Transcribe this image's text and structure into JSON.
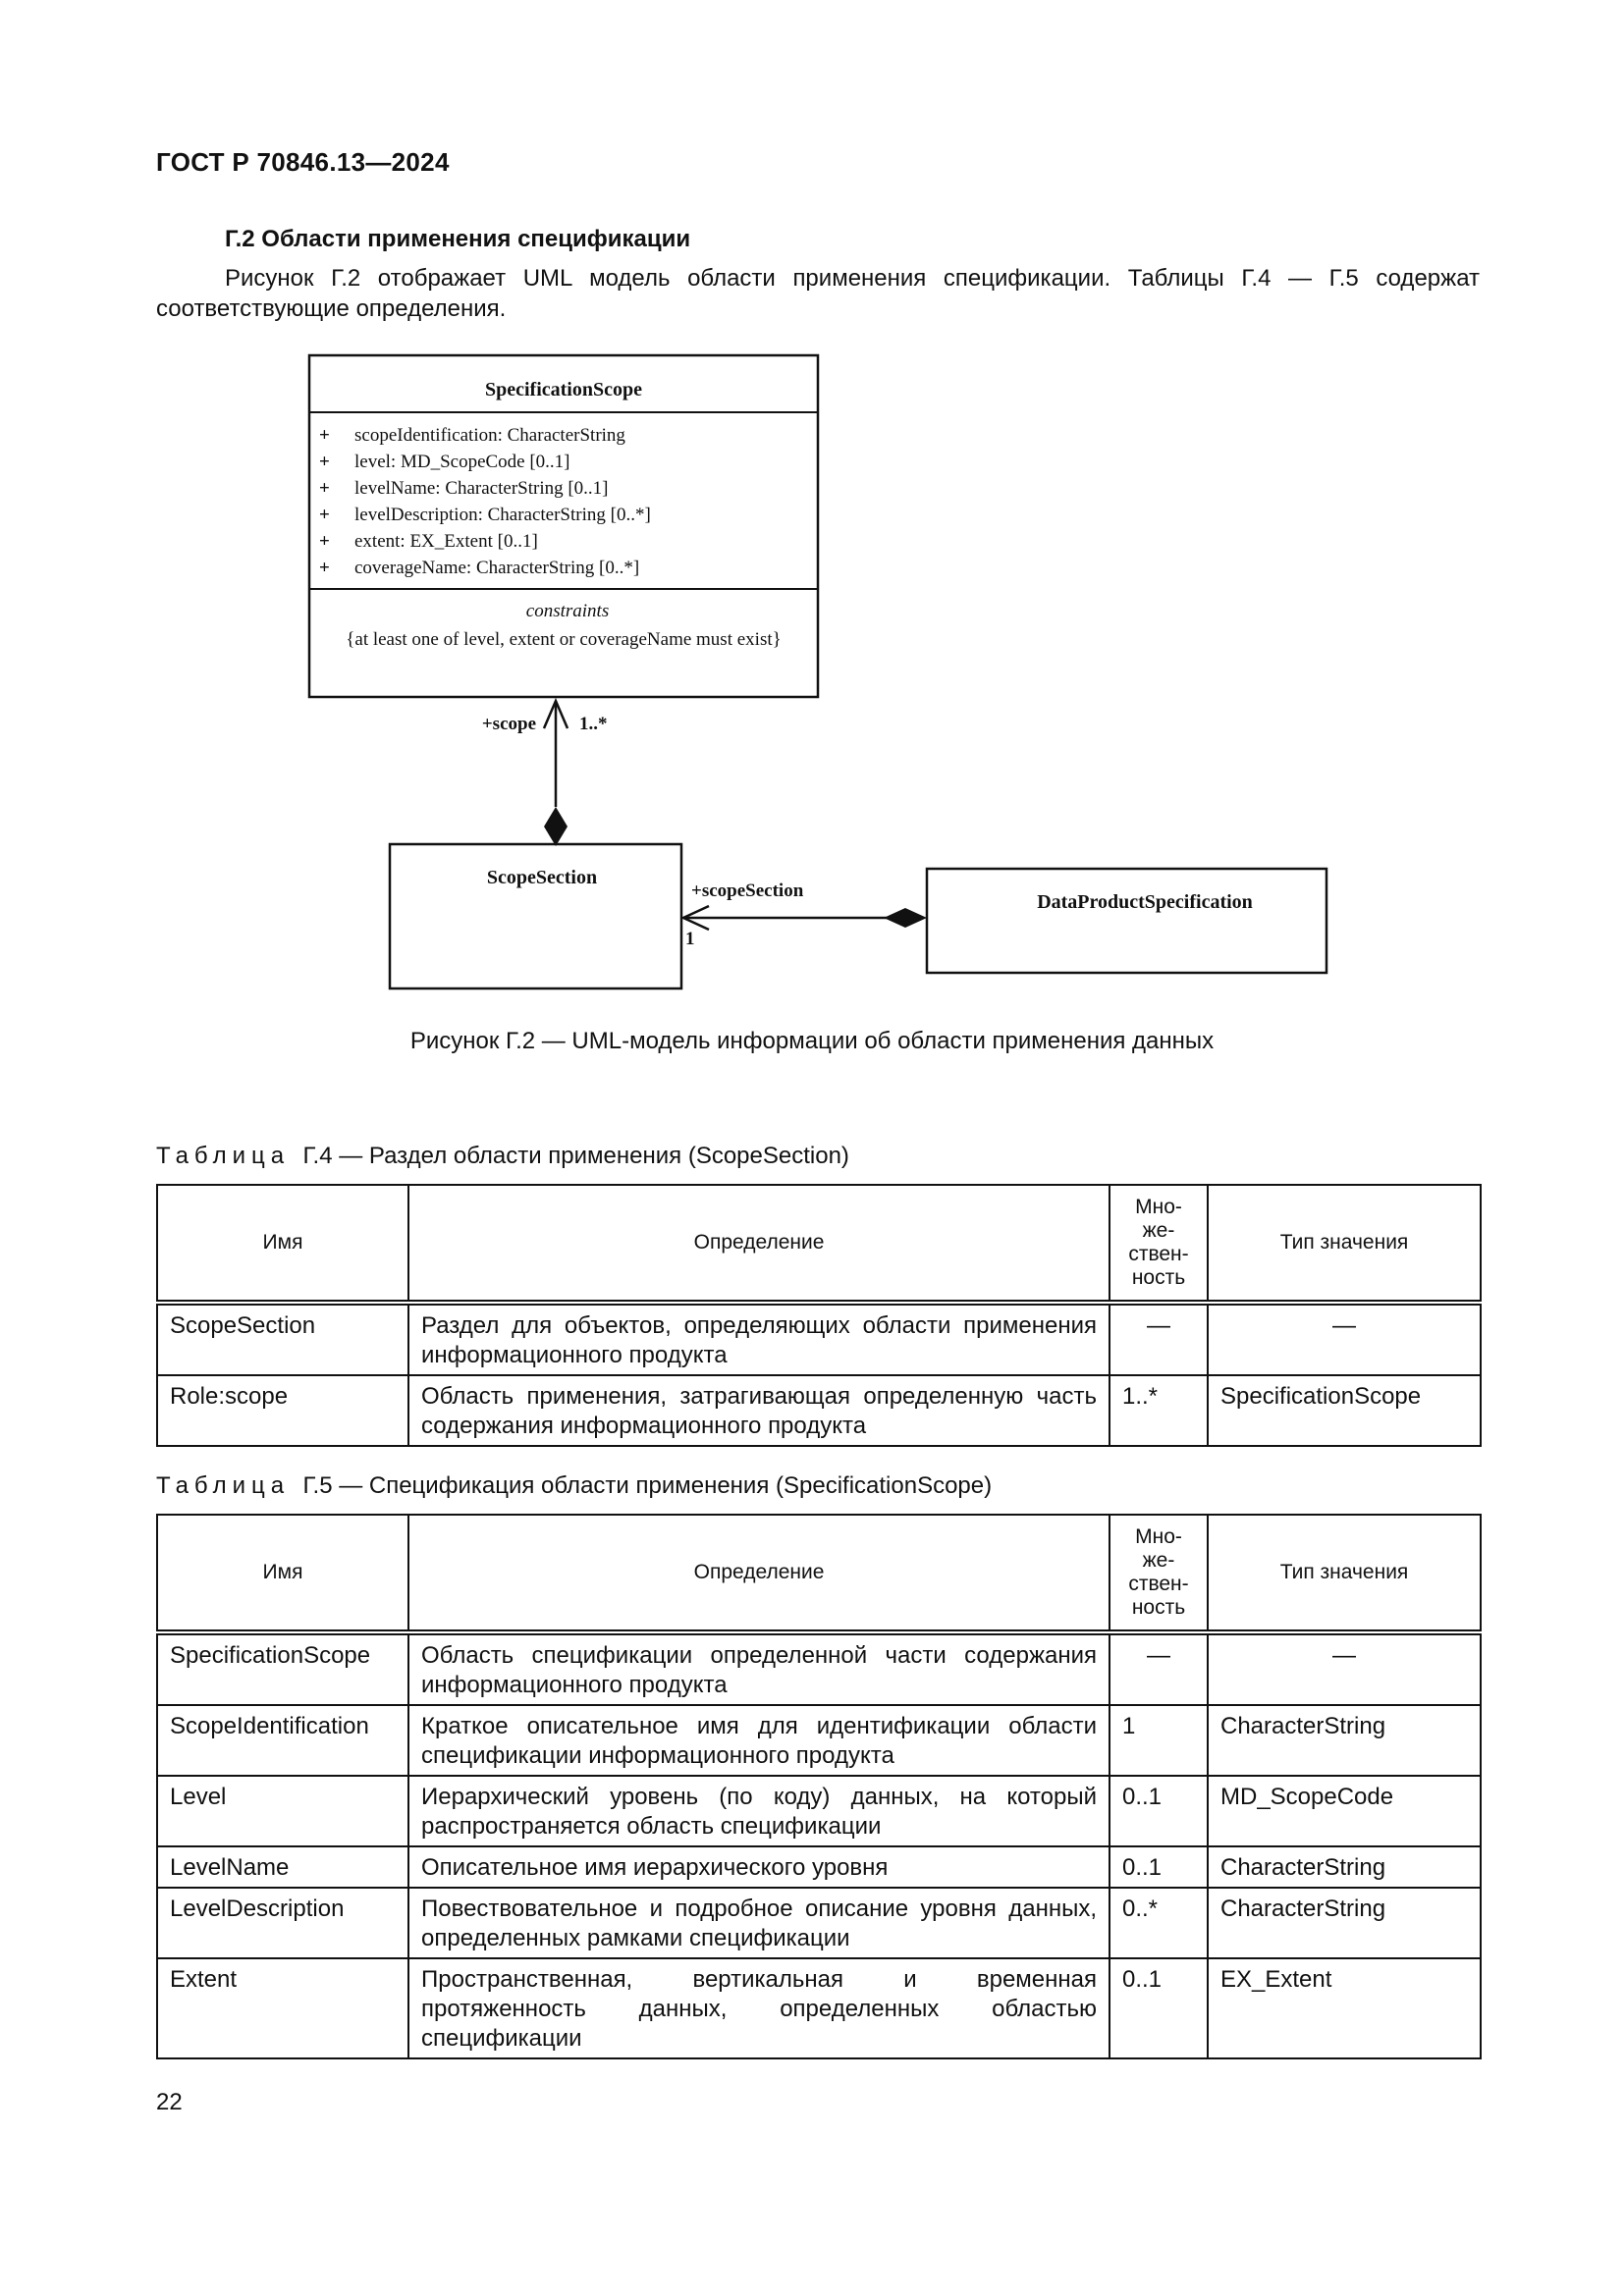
{
  "header": {
    "doc_code": "ГОСТ Р 70846.13—2024"
  },
  "section": {
    "title": "Г.2 Области применения спецификации",
    "intro": "Рисунок Г.2 отображает UML модель области применения спецификации. Таблицы Г.4 — Г.5 содержат соответствующие определения."
  },
  "diagram": {
    "spec_scope": {
      "name": "SpecificationScope",
      "attributes": [
        {
          "vis": "+",
          "text": "scopeIdentification: CharacterString"
        },
        {
          "vis": "+",
          "text": "level: MD_ScopeCode [0..1]"
        },
        {
          "vis": "+",
          "text": "levelName: CharacterString [0..1]"
        },
        {
          "vis": "+",
          "text": "levelDescription: CharacterString [0..*]"
        },
        {
          "vis": "+",
          "text": "extent: EX_Extent [0..1]"
        },
        {
          "vis": "+",
          "text": "coverageName: CharacterString [0..*]"
        }
      ],
      "constraints_label": "constraints",
      "constraint": "{at least one of level, extent or coverageName must exist}"
    },
    "scope_section": {
      "name": "ScopeSection"
    },
    "data_product_spec": {
      "name": "DataProductSpecification"
    },
    "assoc_scope": {
      "role": "+scope",
      "multiplicity": "1..*"
    },
    "assoc_section": {
      "role": "+scopeSection",
      "multiplicity": "1"
    }
  },
  "figure_caption": "Рисунок Г.2 — UML-модель информации об области применения данных",
  "table4": {
    "caption_prefix": "Таблица",
    "caption_rest": "Г.4 — Раздел области применения (ScopeSection)",
    "headers": {
      "name": "Имя",
      "definition": "Определение",
      "multiplicity": "Мно-\nже-\nствен-\nность",
      "type": "Тип значения"
    },
    "rows": [
      {
        "name": "ScopeSection",
        "definition": "Раздел для объектов, определяющих области применения информационного продукта",
        "multiplicity": "—",
        "type": "—"
      },
      {
        "name": "Role:scope",
        "definition": "Область применения, затрагивающая определенную часть содержания информационного продукта",
        "multiplicity": "1..*",
        "type": "SpecificationScope"
      }
    ]
  },
  "table5": {
    "caption_prefix": "Таблица",
    "caption_rest": "Г.5 — Спецификация области применения (SpecificationScope)",
    "headers": {
      "name": "Имя",
      "definition": "Определение",
      "multiplicity": "Мно-\nже-\nствен-\nность",
      "type": "Тип значения"
    },
    "rows": [
      {
        "name": "SpecificationScope",
        "definition": "Область спецификации определенной части содержания информационного продукта",
        "multiplicity": "—",
        "type": "—"
      },
      {
        "name": "ScopeIdentification",
        "definition": "Краткое описательное имя для идентификации области спецификации информационного продукта",
        "multiplicity": "1",
        "type": "CharacterString"
      },
      {
        "name": "Level",
        "definition": "Иерархический уровень (по коду) данных, на который распространяется область спецификации",
        "multiplicity": "0..1",
        "type": "MD_ScopeCode"
      },
      {
        "name": "LevelName",
        "definition": "Описательное имя иерархического уровня",
        "multiplicity": "0..1",
        "type": "CharacterString"
      },
      {
        "name": "LevelDescription",
        "definition": "Повествовательное и подробное описание уровня данных, определенных рамками спецификации",
        "multiplicity": "0..*",
        "type": "CharacterString"
      },
      {
        "name": "Extent",
        "definition": "Пространственная, вертикальная и временная протяженность данных, определенных областью спецификации",
        "multiplicity": "0..1",
        "type": "EX_Extent"
      }
    ]
  },
  "page_number": "22"
}
